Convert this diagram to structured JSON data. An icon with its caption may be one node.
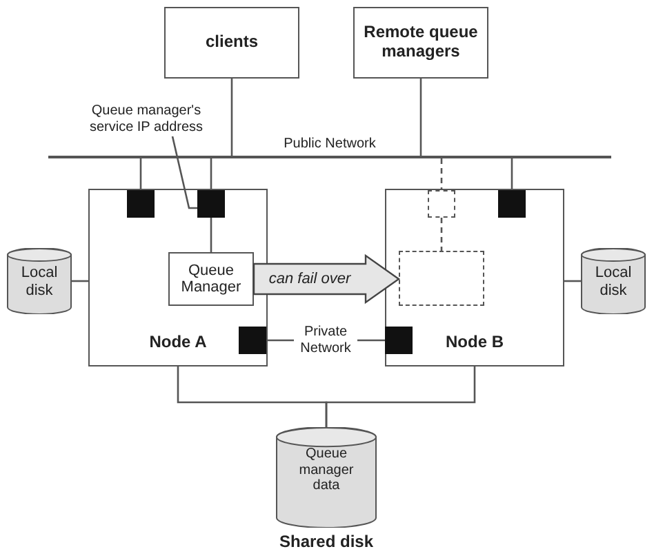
{
  "diagram": {
    "nodes": [
      {
        "text": [
          "clients"
        ]
      },
      {
        "text": [
          "Remote queue managers"
        ]
      },
      {
        "text": [
          "Queue manager's service IP address"
        ]
      },
      {
        "text": [
          "Public Network"
        ]
      },
      {
        "text": [
          "Local disk"
        ]
      },
      {
        "text": [
          "Node A"
        ]
      },
      {
        "text": [],
        "shape": "box",
        "in": 5
      },
      {
        "text": [],
        "shape": "box",
        "in": 5
      },
      {
        "text": [
          "Queue Manager"
        ],
        "in": 5
      },
      {
        "text": [],
        "shape": "box",
        "in": 5
      },
      {
        "text": [
          "Node B"
        ]
      },
      {
        "text": [],
        "shape": "box",
        "in": 10
      },
      {
        "text": [],
        "shape": "box",
        "in": 10
      },
      {
        "text": [],
        "shape": "box",
        "in": 10
      },
      {
        "text": [],
        "shape": "box",
        "in": 10
      },
      {
        "text": [
          "Local disk"
        ]
      },
      {
        "text": [
          "Queue manager data"
        ],
        "beside": [
          "Shared disk"
        ]
      }
    ],
    "edges": [
      {
        "from": 0,
        "to": 3,
        "arrow": "none"
      },
      {
        "from": 1,
        "to": 3,
        "arrow": "none"
      },
      {
        "from": 2,
        "to": 7,
        "arrow": "none"
      },
      {
        "from": 3,
        "to": 6,
        "arrow": "none"
      },
      {
        "from": 3,
        "to": 7,
        "arrow": "none"
      },
      {
        "from": 3,
        "to": 12,
        "arrow": "none"
      },
      {
        "from": 3,
        "to": 11,
        "arrow": "none",
        "style": "dashed"
      },
      {
        "from": 11,
        "to": 13,
        "arrow": "none",
        "style": "dashed"
      },
      {
        "from": 7,
        "to": 8,
        "arrow": "none"
      },
      {
        "from": 8,
        "to": 13,
        "arrow": "to",
        "style": "thick",
        "label": "can fail over"
      },
      {
        "from": 4,
        "to": 5,
        "arrow": "none"
      },
      {
        "from": 15,
        "to": 10,
        "arrow": "none"
      },
      {
        "from": 9,
        "to": 14,
        "arrow": "none",
        "label": "Private Network"
      },
      {
        "from": 5,
        "to": 16,
        "arrow": "none"
      },
      {
        "from": 10,
        "to": 16,
        "arrow": "none"
      }
    ]
  }
}
